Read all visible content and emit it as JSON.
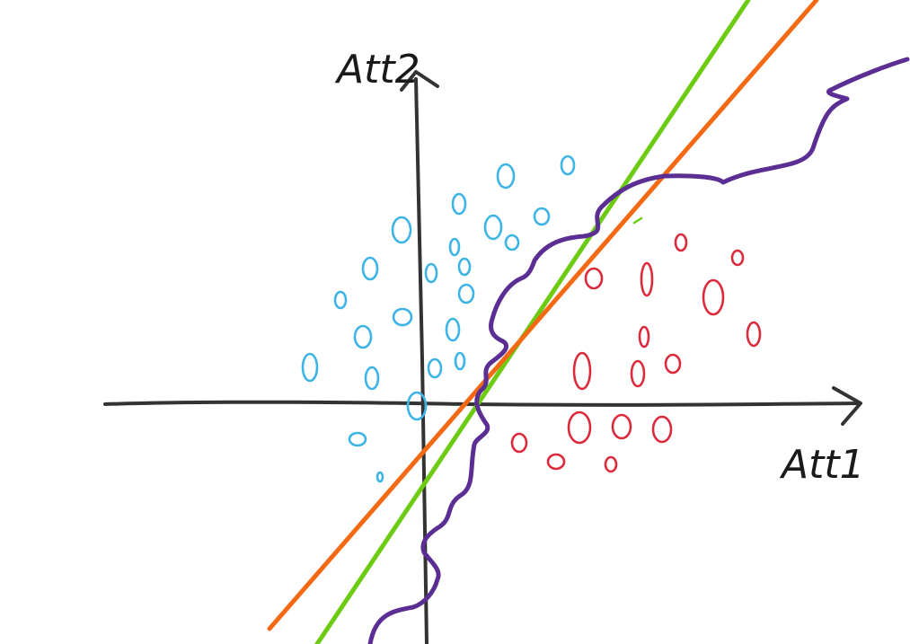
{
  "axes": {
    "x_label": "Att1",
    "y_label": "Att2"
  },
  "colors": {
    "axis": "#333333",
    "class_a": "#3cb4e6",
    "class_b": "#dc2a3c",
    "boundary_green": "#6ccb12",
    "boundary_orange": "#f46a14",
    "boundary_purple": "#5a2e92"
  },
  "boundaries": [
    {
      "id": "green-linear-boundary",
      "kind": "line"
    },
    {
      "id": "orange-linear-boundary",
      "kind": "line"
    },
    {
      "id": "purple-curved-boundary",
      "kind": "curve"
    }
  ]
}
